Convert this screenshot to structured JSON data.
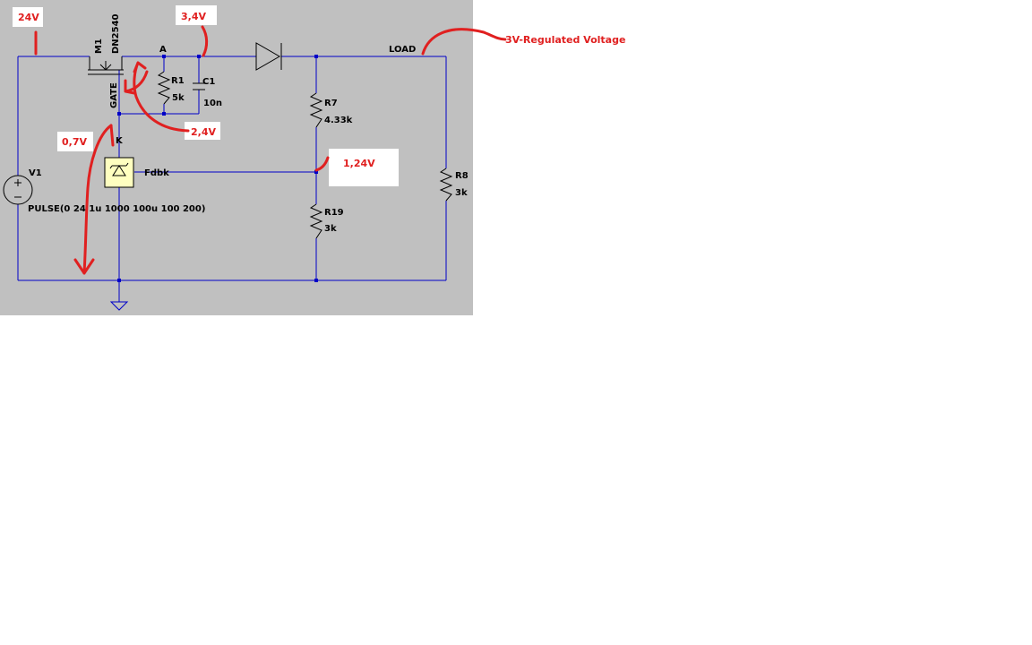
{
  "schematic": {
    "components": {
      "m1_ref": "M1",
      "m1_model": "DN2540",
      "gate_label": "GATE",
      "v1_ref": "V1",
      "v1_value": "PULSE(0 24 1u 1000 100u 100 200)",
      "r1_ref": "R1",
      "r1_value": "5k",
      "c1_ref": "C1",
      "c1_value": "10n",
      "r7_ref": "R7",
      "r7_value": "4.33k",
      "r19_ref": "R19",
      "r19_value": "3k",
      "r8_ref": "R8",
      "r8_value": "3k",
      "node_a": "A",
      "node_k": "K",
      "fdbk_label": "Fdbk",
      "load_label": "LOAD"
    },
    "annotations": {
      "v24": "24V",
      "v34": "3,4V",
      "v24b": "2,4V",
      "v07": "0,7V",
      "v124": "1,24V",
      "regulated": "3V-Regulated Voltage"
    }
  },
  "colors": {
    "wire": "#0000c8",
    "annotation": "#e02020",
    "background": "#c0c0c0",
    "component_fill": "#ffffc0"
  }
}
